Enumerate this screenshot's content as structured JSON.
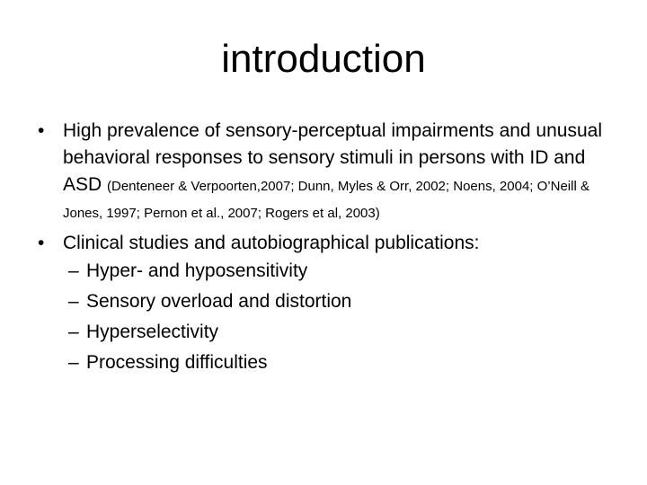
{
  "slide": {
    "title": "introduction",
    "bullets": [
      {
        "marker": "•",
        "text": "High prevalence of sensory-perceptual impairments and unusual behavioral responses to sensory stimuli in persons with ID and ASD ",
        "citation": "(Denteneer & Verpoorten,2007; Dunn, Myles & Orr, 2002; Noens, 2004; O’Neill & Jones, 1997; Pernon et al., 2007; Rogers et al, 2003)"
      },
      {
        "marker": "•",
        "text": "Clinical studies and autobiographical publications:",
        "subitems": [
          {
            "marker": "–",
            "text": "Hyper- and hyposensitivity"
          },
          {
            "marker": "–",
            "text": "Sensory overload and distortion"
          },
          {
            "marker": "–",
            "text": "Hyperselectivity"
          },
          {
            "marker": "–",
            "text": "Processing difficulties"
          }
        ]
      }
    ]
  }
}
